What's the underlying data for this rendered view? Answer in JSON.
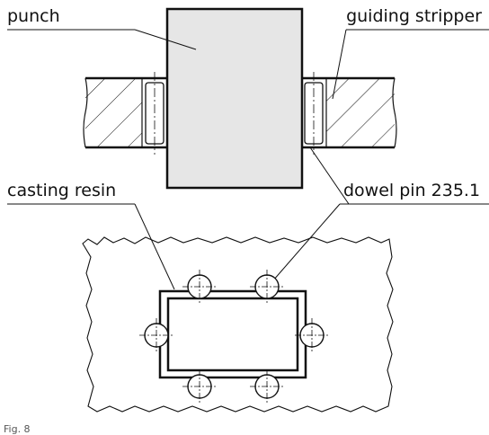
{
  "labels": {
    "punch": "punch",
    "guiding_stripper": "guiding stripper",
    "casting_resin": "casting resin",
    "dowel_pin": "dowel pin 235.1"
  },
  "figure_caption": "Fig. 8",
  "colors": {
    "line": "#111111",
    "punch_fill": "#e6e6e6",
    "background": "#ffffff"
  }
}
